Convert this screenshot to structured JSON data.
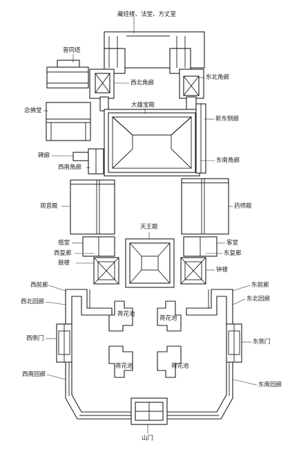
{
  "labels": {
    "library_hall": "藏经楼、法堂、方丈室",
    "pagoda": "普同塔",
    "nw_corner": "西北角廊",
    "ne_corner": "东北角廊",
    "buddha_hall": "念佛堂",
    "main_hall": "大雄宝殿",
    "new_east_corridor": "新东侧廊",
    "stele_corridor": "碑廊",
    "sw_corner": "西南角廊",
    "se_corner": "东南角廊",
    "guanyin_hall": "观音殿",
    "yaoshi_hall": "药师殿",
    "tianwang_hall": "天王殿",
    "zhaitang": "祖堂",
    "west_double": "西复廊",
    "guest_hall": "客堂",
    "east_double": "东复廊",
    "drum_tower": "鼓楼",
    "bell_tower": "钟楼",
    "west_front": "西前廊",
    "east_front": "东前廊",
    "nw_loop": "西北回廊",
    "ne_loop": "东北回廊",
    "lotus1": "荷花池",
    "lotus2": "荷花池",
    "lotus3": "荷花池",
    "lotus4": "荷花池",
    "west_gate": "西侧门",
    "east_gate": "东侧门",
    "sw_loop": "西南回廊",
    "se_loop": "东南回廊",
    "mountain_gate": "山门"
  }
}
